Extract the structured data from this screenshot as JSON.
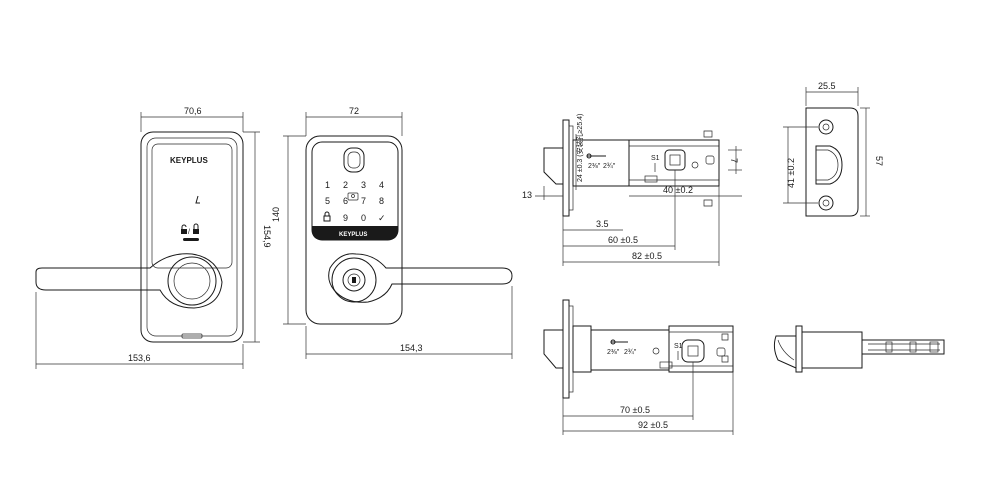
{
  "brand": "KEYPLUS",
  "front_view": {
    "width_label": "70,6",
    "height_label": "154,9",
    "lever_label": "153,6",
    "lock_icons": "🔓/🔒"
  },
  "keypad_view": {
    "width_label": "72",
    "height_label": "140",
    "lever_label": "154,3",
    "keys": [
      "1",
      "2",
      "3",
      "4",
      "5",
      "6",
      "7",
      "8",
      "🔒",
      "9",
      "0",
      "✓"
    ],
    "center_icon": "⚭"
  },
  "latch_top": {
    "hole_note": "24 ±0.3 (安装孔≥25.4)",
    "width_13": "13",
    "dim_3_5": "3.5",
    "dim_60": "60 ±0.5",
    "dim_82": "82 ±0.5",
    "dim_40": "40 ±0.2",
    "dim_7": "7",
    "backset_1": "2⅜″",
    "backset_2": "2¾″",
    "s1": "S1"
  },
  "strike_plate": {
    "width_label": "25.5",
    "height_label": "57",
    "inner_label": "41 ±0.2"
  },
  "latch_bottom": {
    "dim_70": "70 ±0.5",
    "dim_92": "92 ±0.5",
    "backset_1": "2⅜″",
    "backset_2": "2¾″",
    "s1": "S1"
  }
}
